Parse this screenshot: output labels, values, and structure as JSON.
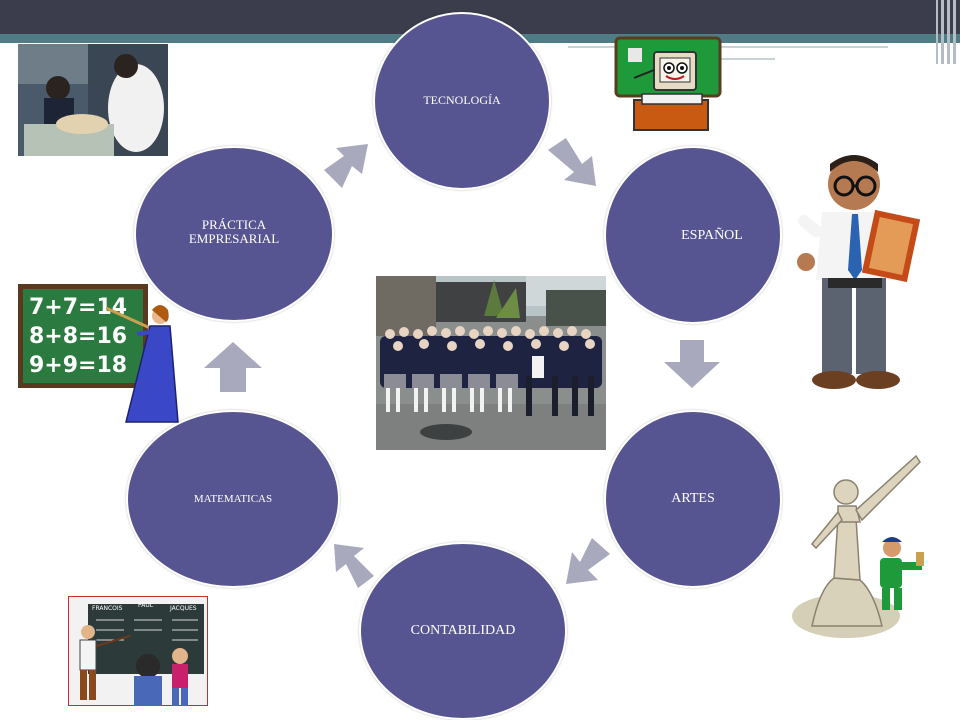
{
  "slide": {
    "nodes": [
      {
        "id": "tecnologia",
        "label": "TECNOLOGÍA"
      },
      {
        "id": "espanol",
        "label": "ESPAÑOL"
      },
      {
        "id": "artes",
        "label": "ARTES"
      },
      {
        "id": "contabilidad",
        "label": "CONTABILIDAD"
      },
      {
        "id": "matematicas",
        "label": "MATEMATICAS"
      },
      {
        "id": "practica",
        "label": "PRÁCTICA EMPRESARIAL"
      }
    ],
    "chalkboard_math": {
      "line1": "7+7=14",
      "line2": "8+8=16",
      "line3": "9+9=18"
    },
    "classroom_board": {
      "names": [
        "FRANCOIS",
        "PAUL",
        "JACQUES"
      ]
    },
    "colors": {
      "node_fill": "#575591",
      "arrow_fill": "#a9a9bd",
      "header_band": "#3b3d4d",
      "header_stripe": "#4f7c85"
    }
  }
}
